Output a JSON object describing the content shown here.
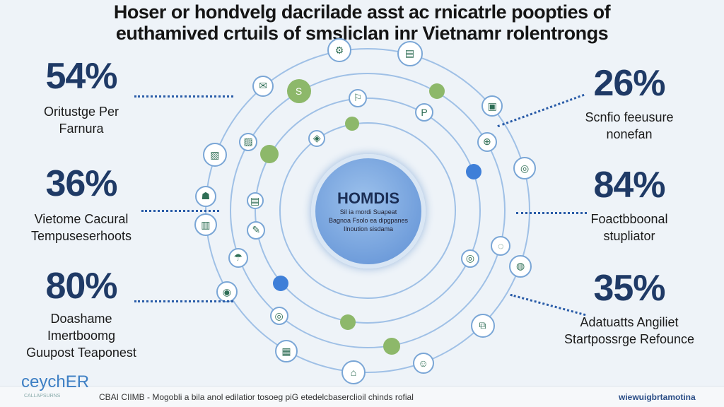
{
  "title": {
    "line1": "Hoser or hondvelg dacrilade asst ac rnicatrle poopties of",
    "line2": "euthamived crtuils of smsliclan inr Vietnamr rolentrongs"
  },
  "left_stats": [
    {
      "value": "54%",
      "label1": "Oritustge Per",
      "label2": "Farnura"
    },
    {
      "value": "36%",
      "label1": "Vietome Cacural",
      "label2": "Tempuseserhoots"
    },
    {
      "value": "80%",
      "label1": "Doashame",
      "label2": "Imertboomg",
      "label3": "Guupost Teaponest"
    }
  ],
  "right_stats": [
    {
      "value": "26%",
      "label1": "Scnfio feeusure",
      "label2": "nonefan"
    },
    {
      "value": "84%",
      "label1": "Foactbboonal",
      "label2": "stupliator"
    },
    {
      "value": "35%",
      "label1": "Adatuatts Angiliet",
      "label2": "Startpossrge Refounce"
    }
  ],
  "center": {
    "title": "HOMDIS",
    "line1": "Sil ia mordi Suapeat",
    "line2": "Bagnoa Fsolo ea dipgpanes",
    "line3": "Ilnoution sisdama"
  },
  "footer": {
    "logo": "ceychER",
    "logo_sub": "CALLAPSURNS",
    "caption": "CBAI CIIMB - Mogobli a bila anol edilatior tosoeg piG etedelcbaserclioil chinds rofial",
    "right": "wiewuigbrtamotina"
  },
  "colors": {
    "navy": "#1f3a66",
    "ring": "#9fc0e6",
    "green": "#8db86a",
    "blue": "#3f7fd8"
  }
}
